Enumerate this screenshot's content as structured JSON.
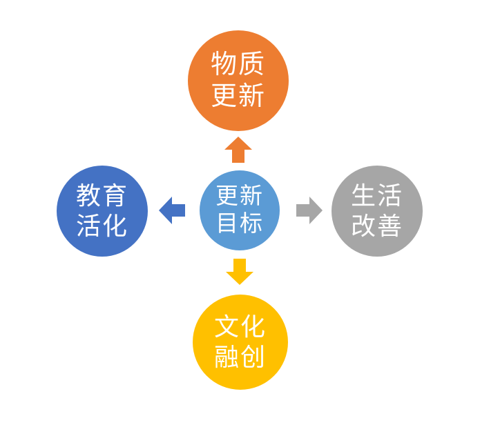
{
  "diagram": {
    "type": "radial-four-direction",
    "background": "#FFFFFF",
    "text_color": "#FFFFFF",
    "center": {
      "line1": "更新",
      "line2": "目标",
      "color": "#5B9BD5"
    },
    "nodes": {
      "top": {
        "line1": "物质",
        "line2": "更新",
        "color": "#ED7D31"
      },
      "left": {
        "line1": "教育",
        "line2": "活化",
        "color": "#4472C4"
      },
      "right": {
        "line1": "生活",
        "line2": "改善",
        "color": "#A6A6A6"
      },
      "bottom": {
        "line1": "文化",
        "line2": "融创",
        "color": "#FFC000"
      }
    },
    "arrows": {
      "up": {
        "direction": "up",
        "color": "#ED7D31"
      },
      "left": {
        "direction": "left",
        "color": "#4472C4"
      },
      "right": {
        "direction": "right",
        "color": "#A6A6A6"
      },
      "down": {
        "direction": "down",
        "color": "#FFC000"
      }
    }
  }
}
